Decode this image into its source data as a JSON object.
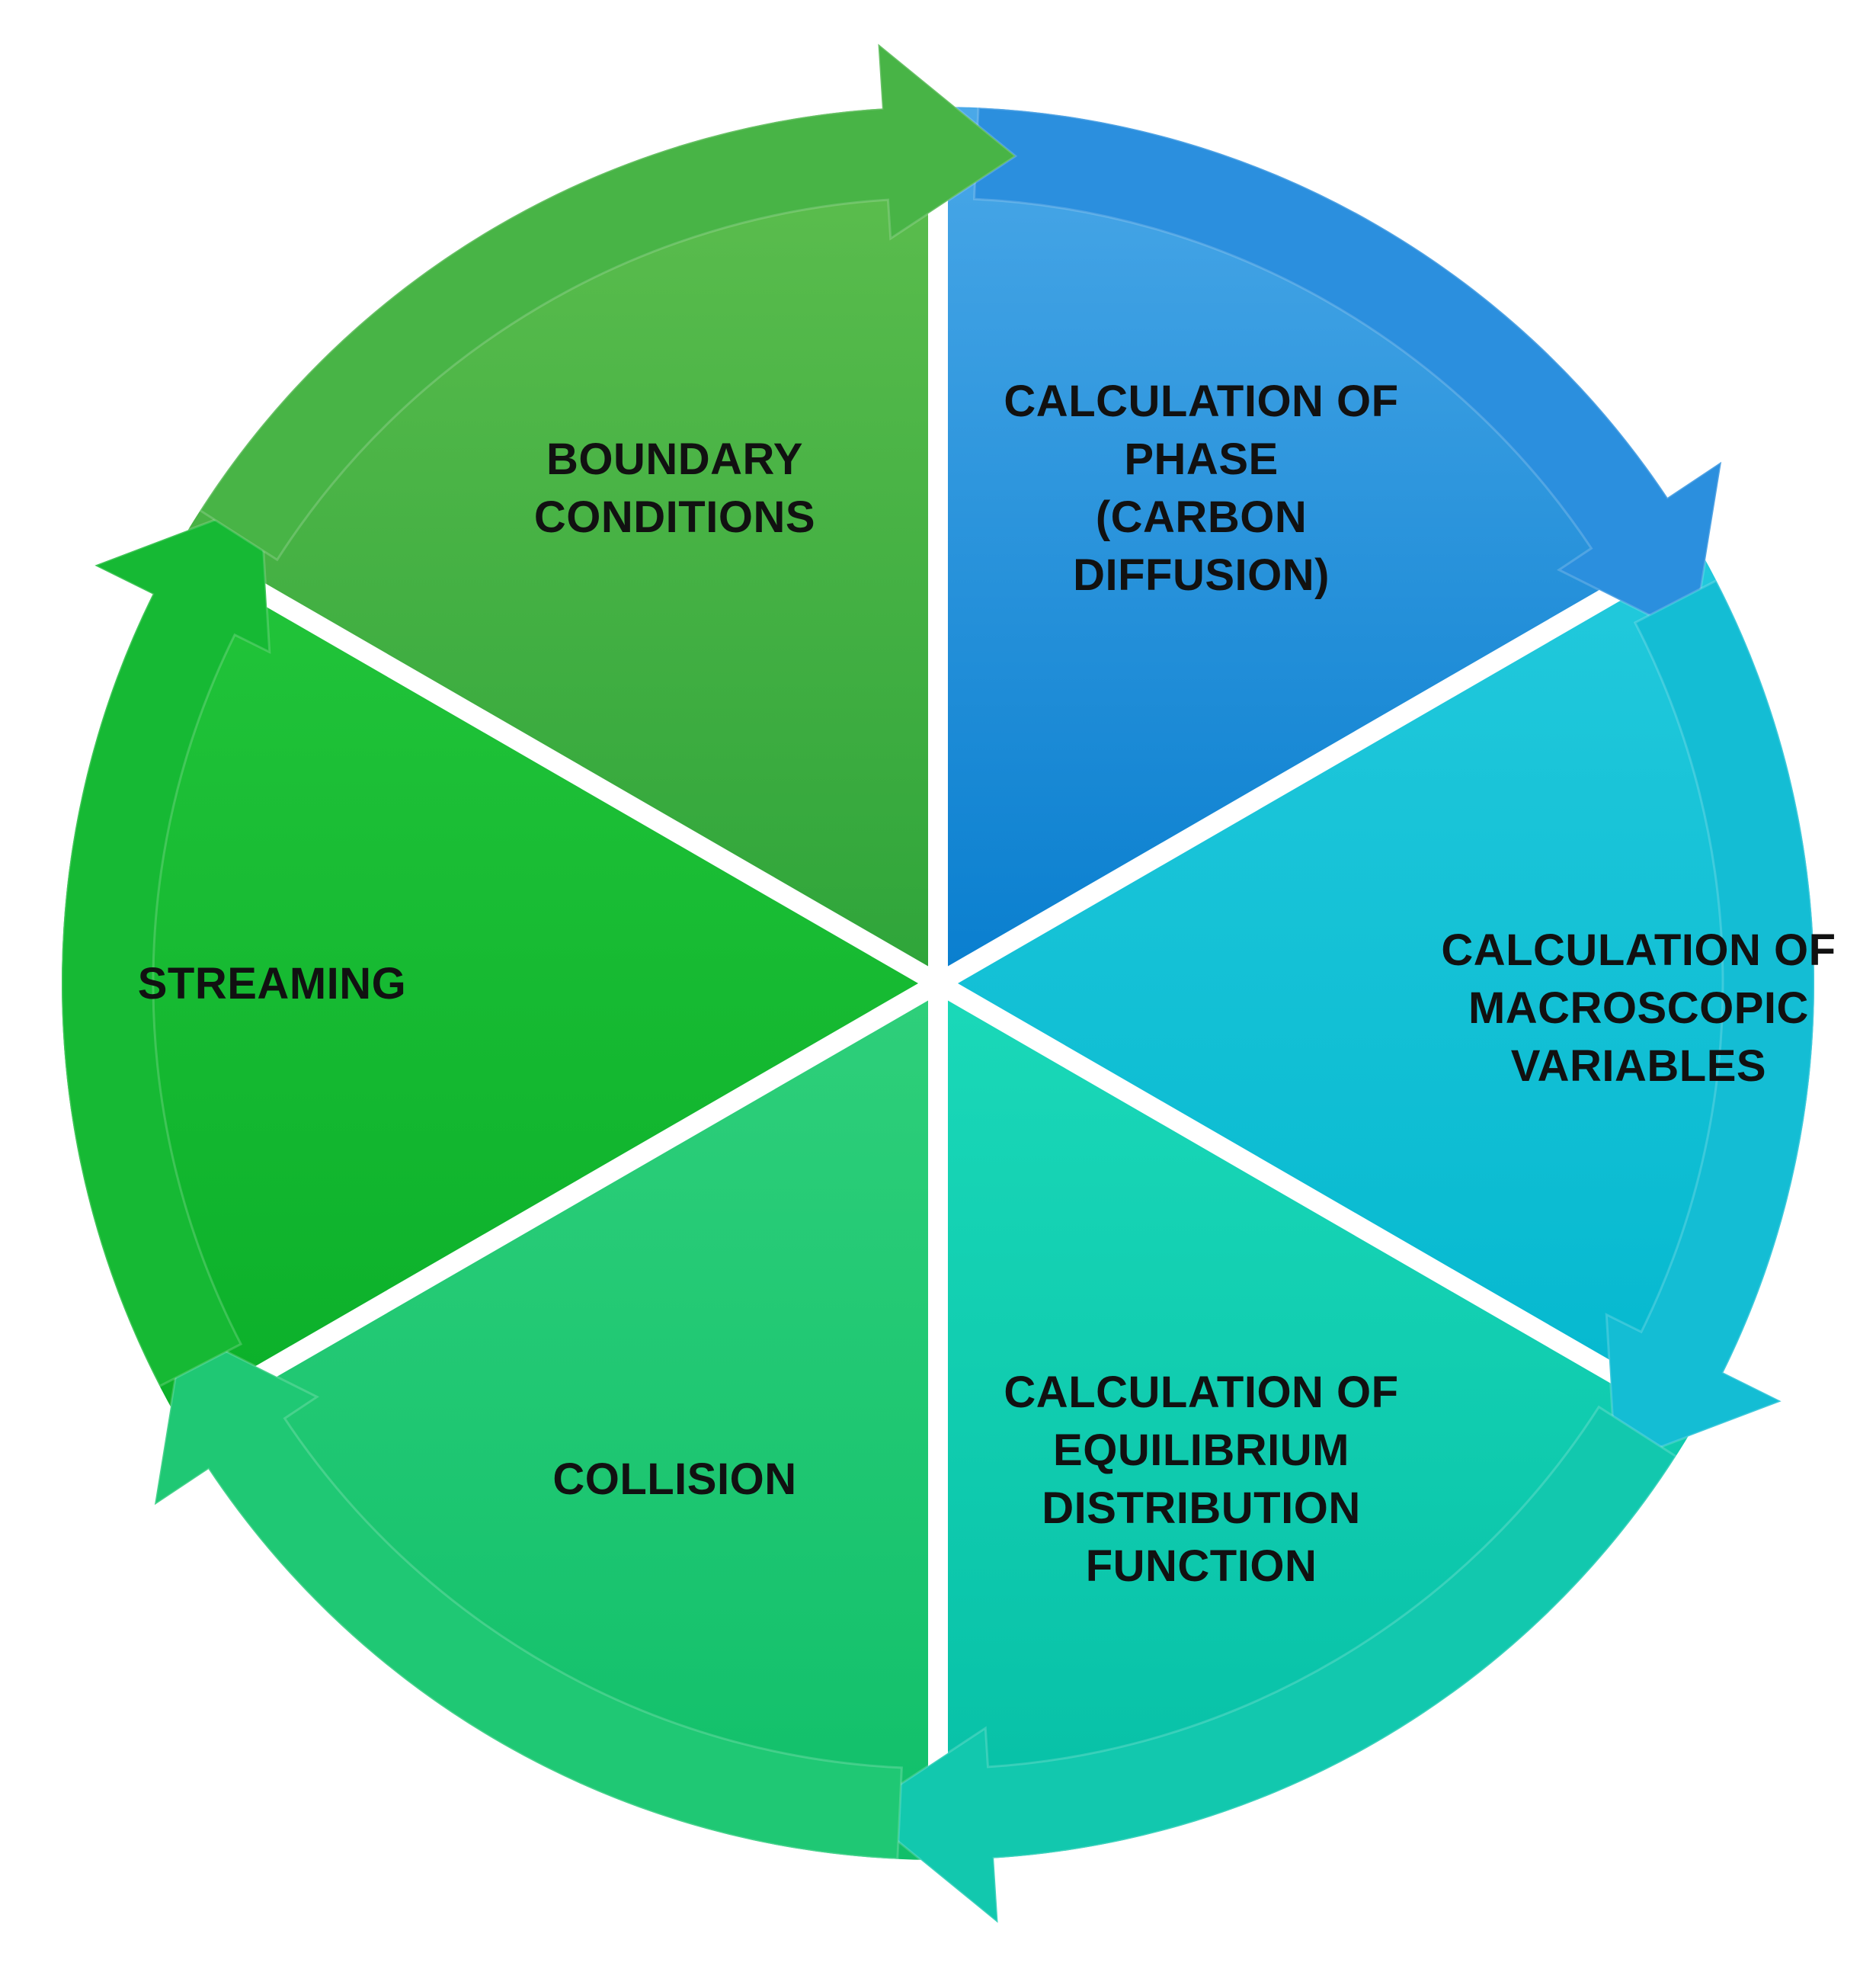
{
  "diagram": {
    "segments": [
      {
        "id": "phase",
        "lines": [
          "CALCULATION OF",
          "PHASE",
          "(CARBON",
          "DIFFUSION)"
        ],
        "color_light": "#4aa8e8",
        "color_dark": "#0a7fcf",
        "arrow_color": "#2b8fde"
      },
      {
        "id": "macroscopic",
        "lines": [
          "CALCULATION OF",
          "MACROSCOPIC",
          "VARIABLES"
        ],
        "color_light": "#22c9dc",
        "color_dark": "#05b8cf",
        "arrow_color": "#14bdd4"
      },
      {
        "id": "equilibrium",
        "lines": [
          "CALCULATION OF",
          "EQUILIBRIUM",
          "DISTRIBUTION",
          "FUNCTION"
        ],
        "color_light": "#1ad8b8",
        "color_dark": "#06bfa6",
        "arrow_color": "#12c8ae"
      },
      {
        "id": "collision",
        "lines": [
          "COLLISION"
        ],
        "color_light": "#2ecf7a",
        "color_dark": "#10bf6a",
        "arrow_color": "#1fc874"
      },
      {
        "id": "streaming",
        "lines": [
          "STREAMING"
        ],
        "color_light": "#22c43a",
        "color_dark": "#0bb02a",
        "arrow_color": "#16b934"
      },
      {
        "id": "boundary",
        "lines": [
          "BOUNDARY",
          "CONDITIONS"
        ],
        "color_light": "#5fbf4f",
        "color_dark": "#2fa53a",
        "arrow_color": "#48b446"
      }
    ]
  }
}
